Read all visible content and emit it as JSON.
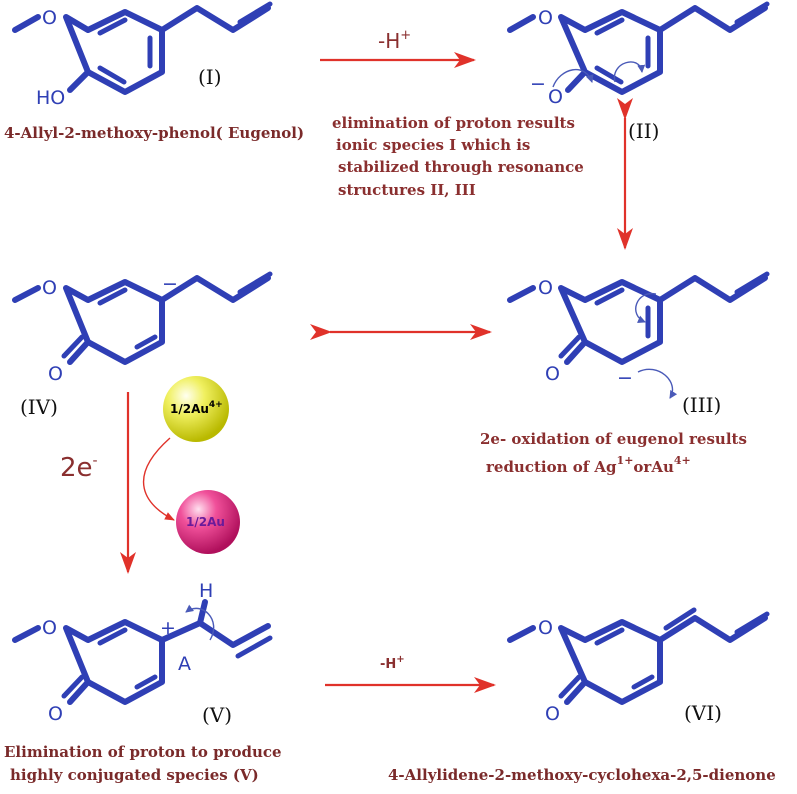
{
  "colors": {
    "bond": "#2f3fb5",
    "arrow": "#e0322a",
    "caption": "#8a2f2f",
    "gold": "#e8e83a",
    "pink": "#e83b8c"
  },
  "atoms": {
    "ho": "HO",
    "o": "O",
    "h": "H",
    "a": "A"
  },
  "labels": {
    "I": "(I)",
    "II": "(II)",
    "III": "(III)",
    "IV": "(IV)",
    "V": "(V)",
    "VI": "(VI)"
  },
  "captions": {
    "eugenol": "4-Allyl-2-methoxy-phenol( Eugenol)",
    "elim_1": "elimination of proton results",
    "elim_2": "ionic species I which is",
    "elim_3": "stabilized through resonance",
    "elim_4": "structures II, III",
    "ox_1": "2e- oxidation of eugenol results",
    "ox_2": "reduction of Ag",
    "ox_2_sup1": "1+",
    "ox_2_mid": "orAu",
    "ox_2_sup2": "4+",
    "prod_1": "Elimination of proton to produce",
    "prod_2": "highly conjugated species (V)",
    "final": "4-Allylidene-2-methoxy-cyclohexa-2,5-dienone"
  },
  "reagents": {
    "minus_h": "-H",
    "plus": "+",
    "two_e": "2e",
    "minus": "-",
    "charge_minus": "−",
    "charge_plus": "+",
    "au_gold": "1/2Au",
    "au_gold_sup": "4+",
    "au_pink": "1/2Au"
  }
}
